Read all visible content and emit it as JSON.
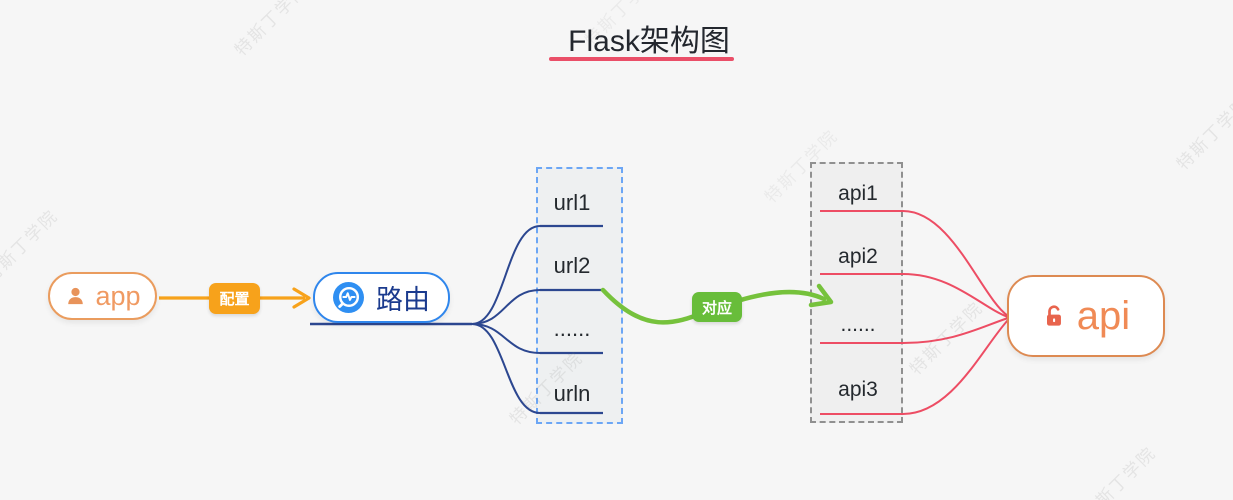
{
  "title": {
    "text": "Flask架构图"
  },
  "watermark": {
    "text": "特斯丁学院"
  },
  "nodes": {
    "app": {
      "label": "app",
      "icon": "person-icon"
    },
    "route": {
      "label": "路由",
      "icon": "pulse-monitor-icon"
    },
    "api": {
      "label": "api",
      "icon": "lock-icon"
    }
  },
  "connectors": {
    "config_label": "配置",
    "match_label": "对应"
  },
  "url_box": {
    "items": [
      "url1",
      "url2",
      "......",
      "urln"
    ]
  },
  "api_box": {
    "items": [
      "api1",
      "api2",
      "......",
      "api3"
    ]
  },
  "colors": {
    "background": "#f6f6f6",
    "title_underline": "#ea4f68",
    "orange_accent": "#f7a21b",
    "node_orange_border": "#ea9c5e",
    "node_orange_text": "#f09a62",
    "blue_border": "#2f86ec",
    "navy_line": "#2c4790",
    "url_box_border": "#6ca6f5",
    "green_accent": "#76c23c",
    "green_badge": "#68bd3a",
    "red_line": "#ed4d64",
    "api_box_border": "#909090",
    "api_node_border": "#dd8a52",
    "box_fill": "#efefef"
  }
}
